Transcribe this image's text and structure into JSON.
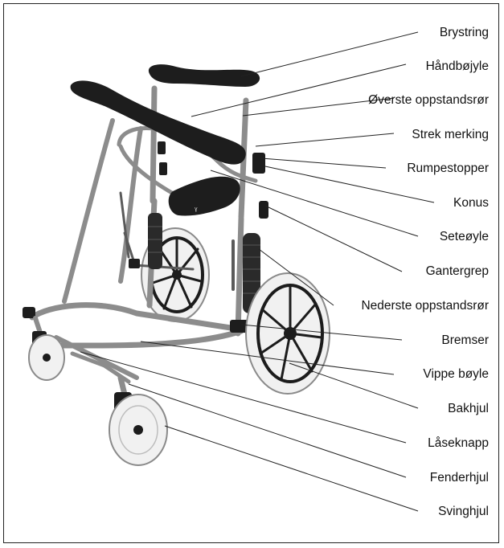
{
  "colors": {
    "frame_tube": "#8c8c8c",
    "padding": "#1d1d1d",
    "tire": "#f1f1f1",
    "label_text": "#111111"
  },
  "labels": [
    {
      "id": "brystring",
      "text": "Brystring"
    },
    {
      "id": "handbojyle",
      "text": "Håndbøjyle"
    },
    {
      "id": "overste-oppstandsror",
      "text": "Øverste oppstandsrør"
    },
    {
      "id": "strek-merking",
      "text": "Strek merking"
    },
    {
      "id": "rumpestopper",
      "text": "Rumpestopper"
    },
    {
      "id": "konus",
      "text": "Konus"
    },
    {
      "id": "seteboyle",
      "text": "Seteøyle"
    },
    {
      "id": "gantergrep",
      "text": "Gantergrep"
    },
    {
      "id": "nederste-oppstandsror",
      "text": "Nederste oppstandsrør"
    },
    {
      "id": "bremser",
      "text": "Bremser"
    },
    {
      "id": "vippe-boyle",
      "text": "Vippe bøyle"
    },
    {
      "id": "bakhjul",
      "text": "Bakhjul"
    },
    {
      "id": "laseknapp",
      "text": "Låseknapp"
    },
    {
      "id": "fenderhjul",
      "text": "Fenderhjul"
    },
    {
      "id": "svinghjul",
      "text": "Svinghjul"
    }
  ]
}
